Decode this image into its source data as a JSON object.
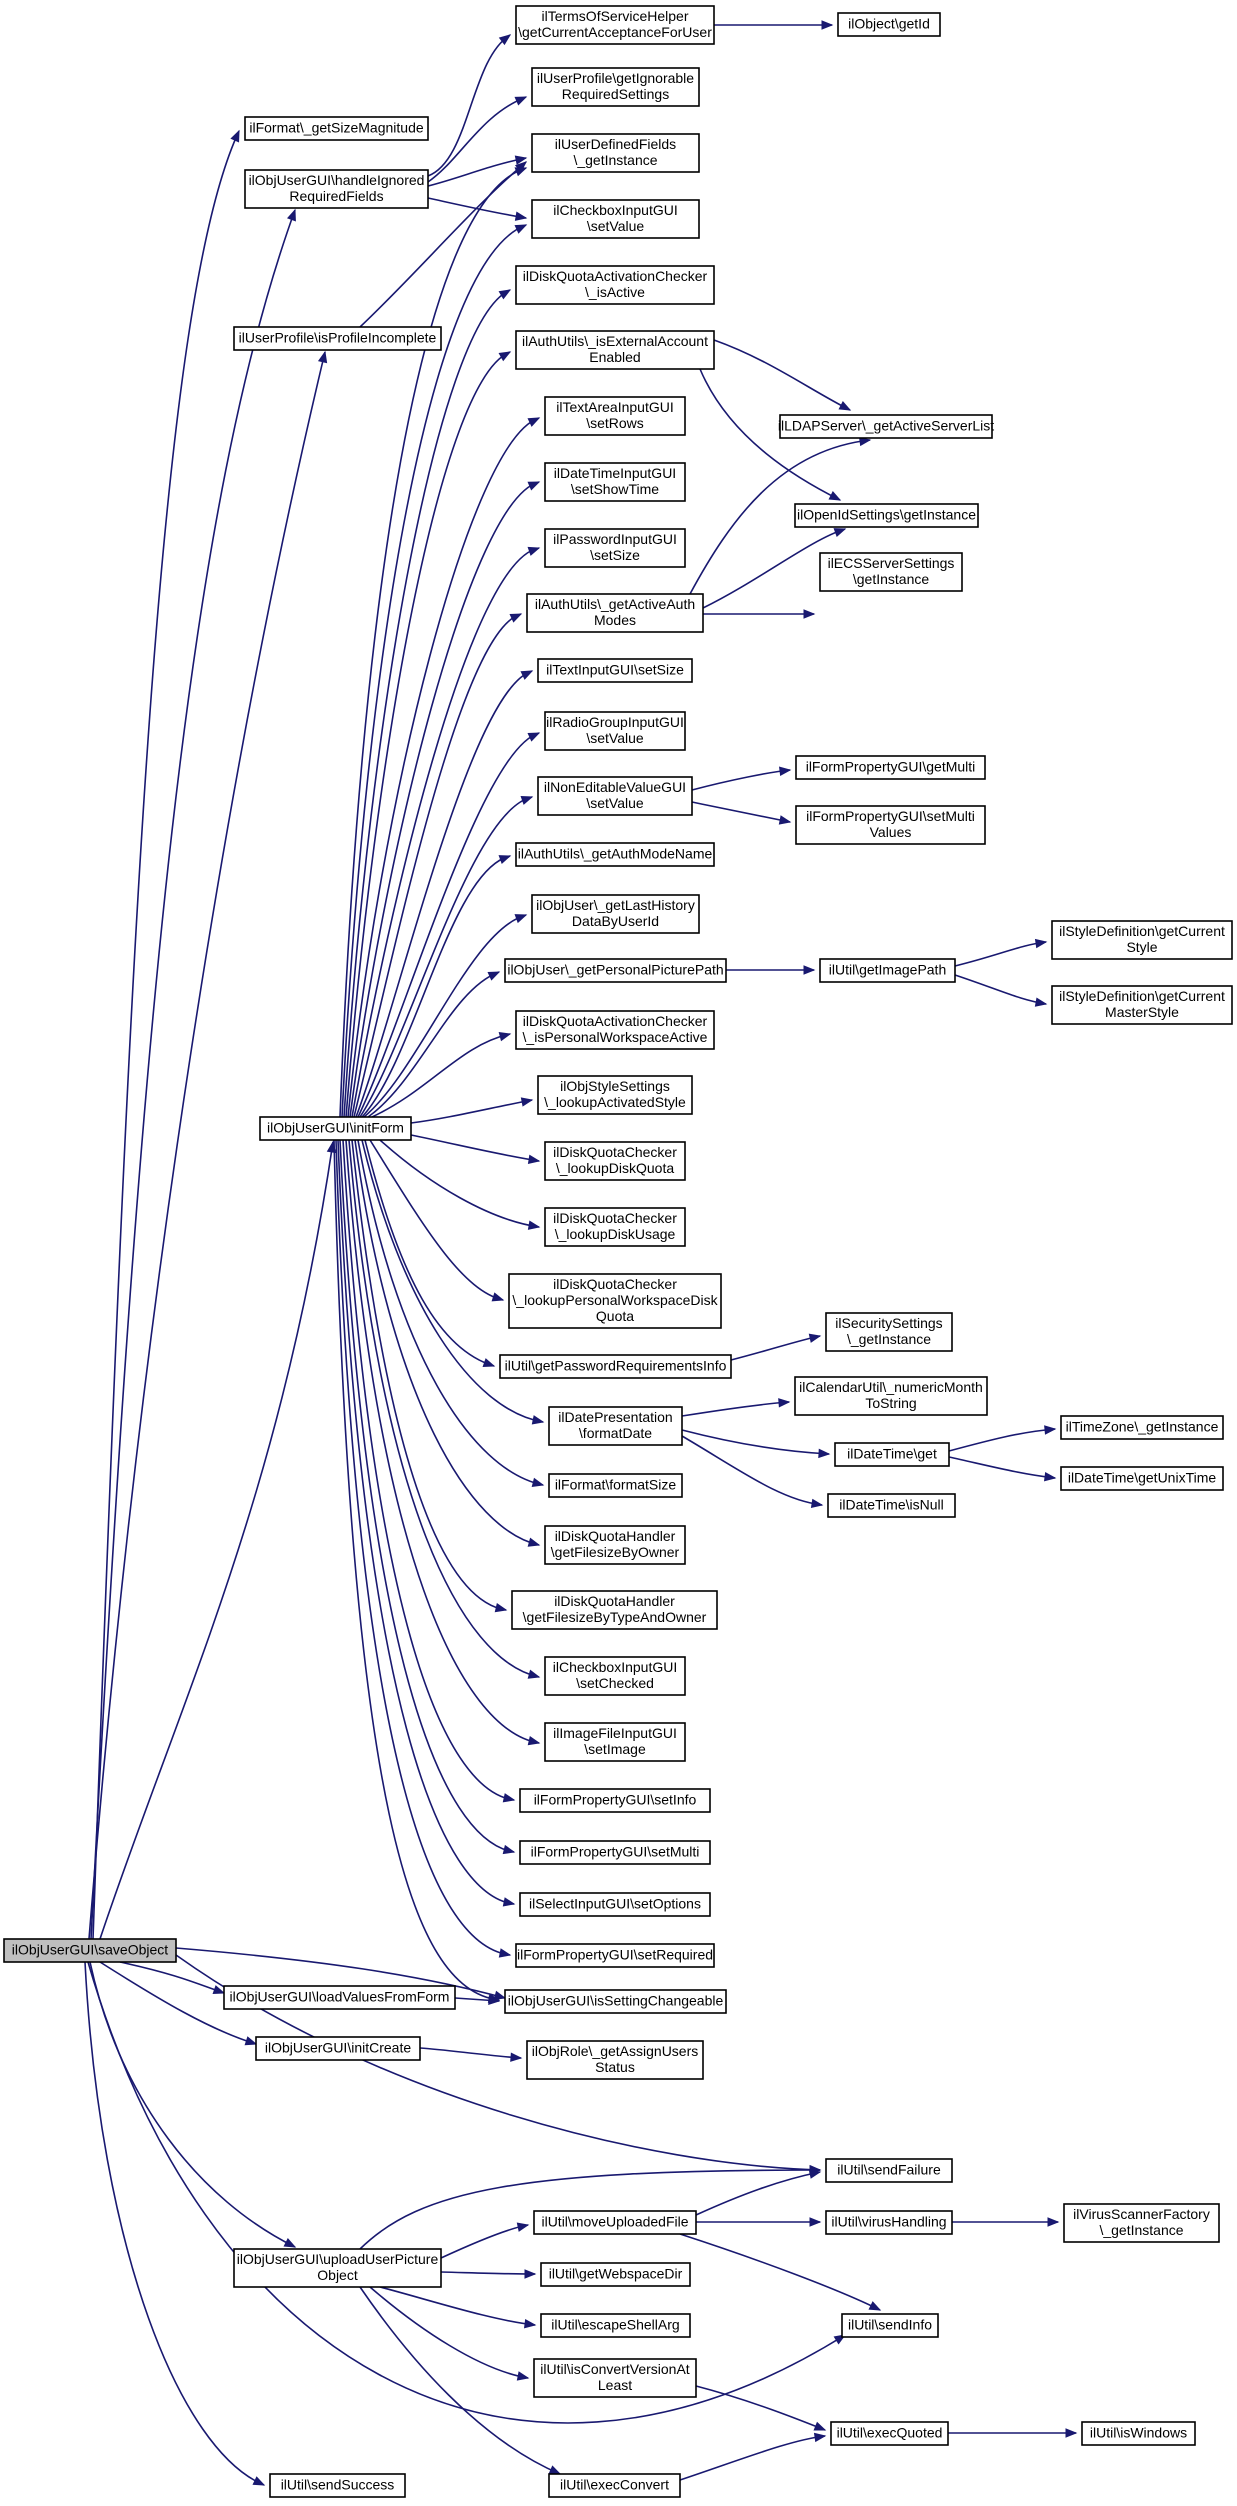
{
  "graph": {
    "root": "n0",
    "edge_color": "#191970",
    "node_border_color": "#000000",
    "root_fill": "#bfbfbf",
    "nodes": [
      {
        "id": "n0",
        "lines": [
          "ilObjUserGUI\\saveObject"
        ]
      },
      {
        "id": "n1",
        "lines": [
          "ilFormat\\_getSizeMagnitude"
        ]
      },
      {
        "id": "n2",
        "lines": [
          "ilObjUserGUI\\handleIgnored",
          "RequiredFields"
        ]
      },
      {
        "id": "n3",
        "lines": [
          "ilUserProfile\\isProfileIncomplete"
        ]
      },
      {
        "id": "n4",
        "lines": [
          "ilObjUserGUI\\initForm"
        ]
      },
      {
        "id": "n5",
        "lines": [
          "ilObjUserGUI\\loadValuesFromForm"
        ]
      },
      {
        "id": "n6",
        "lines": [
          "ilObjUserGUI\\initCreate"
        ]
      },
      {
        "id": "n7",
        "lines": [
          "ilObjUserGUI\\uploadUserPicture",
          "Object"
        ]
      },
      {
        "id": "n8",
        "lines": [
          "ilUtil\\sendSuccess"
        ]
      },
      {
        "id": "n9",
        "lines": [
          "ilTermsOfServiceHelper",
          "\\getCurrentAcceptanceForUser"
        ]
      },
      {
        "id": "n10",
        "lines": [
          "ilObject\\getId"
        ]
      },
      {
        "id": "n11",
        "lines": [
          "ilUserProfile\\getIgnorable",
          "RequiredSettings"
        ]
      },
      {
        "id": "n12",
        "lines": [
          "ilUserDefinedFields",
          "\\_getInstance"
        ]
      },
      {
        "id": "n13",
        "lines": [
          "ilCheckboxInputGUI",
          "\\setValue"
        ]
      },
      {
        "id": "n14",
        "lines": [
          "ilDiskQuotaActivationChecker",
          "\\_isActive"
        ]
      },
      {
        "id": "n15",
        "lines": [
          "ilAuthUtils\\_isExternalAccount",
          "Enabled"
        ]
      },
      {
        "id": "n16",
        "lines": [
          "ilTextAreaInputGUI",
          "\\setRows"
        ]
      },
      {
        "id": "n17",
        "lines": [
          "ilDateTimeInputGUI",
          "\\setShowTime"
        ]
      },
      {
        "id": "n18",
        "lines": [
          "ilPasswordInputGUI",
          "\\setSize"
        ]
      },
      {
        "id": "n19",
        "lines": [
          "ilAuthUtils\\_getActiveAuth",
          "Modes"
        ]
      },
      {
        "id": "n20",
        "lines": [
          "ilTextInputGUI\\setSize"
        ]
      },
      {
        "id": "n21",
        "lines": [
          "ilRadioGroupInputGUI",
          "\\setValue"
        ]
      },
      {
        "id": "n22",
        "lines": [
          "ilNonEditableValueGUI",
          "\\setValue"
        ]
      },
      {
        "id": "n23",
        "lines": [
          "ilAuthUtils\\_getAuthModeName"
        ]
      },
      {
        "id": "n24",
        "lines": [
          "ilObjUser\\_getLastHistory",
          "DataByUserId"
        ]
      },
      {
        "id": "n25",
        "lines": [
          "ilObjUser\\_getPersonalPicturePath"
        ]
      },
      {
        "id": "n26",
        "lines": [
          "ilDiskQuotaActivationChecker",
          "\\_isPersonalWorkspaceActive"
        ]
      },
      {
        "id": "n27",
        "lines": [
          "ilObjStyleSettings",
          "\\_lookupActivatedStyle"
        ]
      },
      {
        "id": "n28",
        "lines": [
          "ilDiskQuotaChecker",
          "\\_lookupDiskQuota"
        ]
      },
      {
        "id": "n29",
        "lines": [
          "ilDiskQuotaChecker",
          "\\_lookupDiskUsage"
        ]
      },
      {
        "id": "n30",
        "lines": [
          "ilDiskQuotaChecker",
          "\\_lookupPersonalWorkspaceDisk",
          "Quota"
        ]
      },
      {
        "id": "n31",
        "lines": [
          "ilUtil\\getPasswordRequirementsInfo"
        ]
      },
      {
        "id": "n32",
        "lines": [
          "ilDatePresentation",
          "\\formatDate"
        ]
      },
      {
        "id": "n33",
        "lines": [
          "ilFormat\\formatSize"
        ]
      },
      {
        "id": "n34",
        "lines": [
          "ilDiskQuotaHandler",
          "\\getFilesizeByOwner"
        ]
      },
      {
        "id": "n35",
        "lines": [
          "ilDiskQuotaHandler",
          "\\getFilesizeByTypeAndOwner"
        ]
      },
      {
        "id": "n36",
        "lines": [
          "ilCheckboxInputGUI",
          "\\setChecked"
        ]
      },
      {
        "id": "n37",
        "lines": [
          "ilImageFileInputGUI",
          "\\setImage"
        ]
      },
      {
        "id": "n38",
        "lines": [
          "ilFormPropertyGUI\\setInfo"
        ]
      },
      {
        "id": "n39",
        "lines": [
          "ilFormPropertyGUI\\setMulti"
        ]
      },
      {
        "id": "n40",
        "lines": [
          "ilSelectInputGUI\\setOptions"
        ]
      },
      {
        "id": "n41",
        "lines": [
          "ilFormPropertyGUI\\setRequired"
        ]
      },
      {
        "id": "n42",
        "lines": [
          "ilObjUserGUI\\isSettingChangeable"
        ]
      },
      {
        "id": "n43",
        "lines": [
          "ilObjRole\\_getAssignUsers",
          "Status"
        ]
      },
      {
        "id": "n44",
        "lines": [
          "ilLDAPServer\\_getActiveServerList"
        ]
      },
      {
        "id": "n45",
        "lines": [
          "ilOpenIdSettings\\getInstance"
        ]
      },
      {
        "id": "n46",
        "lines": [
          "ilECSServerSettings",
          "\\getInstance"
        ]
      },
      {
        "id": "n47",
        "lines": [
          "ilFormPropertyGUI\\getMulti"
        ]
      },
      {
        "id": "n48",
        "lines": [
          "ilFormPropertyGUI\\setMulti",
          "Values"
        ]
      },
      {
        "id": "n49",
        "lines": [
          "ilUtil\\getImagePath"
        ]
      },
      {
        "id": "n50",
        "lines": [
          "ilStyleDefinition\\getCurrent",
          "Style"
        ]
      },
      {
        "id": "n51",
        "lines": [
          "ilStyleDefinition\\getCurrent",
          "MasterStyle"
        ]
      },
      {
        "id": "n52",
        "lines": [
          "ilSecuritySettings",
          "\\_getInstance"
        ]
      },
      {
        "id": "n53",
        "lines": [
          "ilCalendarUtil\\_numericMonth",
          "ToString"
        ]
      },
      {
        "id": "n54",
        "lines": [
          "ilDateTime\\get"
        ]
      },
      {
        "id": "n55",
        "lines": [
          "ilDateTime\\isNull"
        ]
      },
      {
        "id": "n56",
        "lines": [
          "ilTimeZone\\_getInstance"
        ]
      },
      {
        "id": "n57",
        "lines": [
          "ilDateTime\\getUnixTime"
        ]
      },
      {
        "id": "n58",
        "lines": [
          "ilUtil\\sendFailure"
        ]
      },
      {
        "id": "n59",
        "lines": [
          "ilUtil\\moveUploadedFile"
        ]
      },
      {
        "id": "n60",
        "lines": [
          "ilUtil\\getWebspaceDir"
        ]
      },
      {
        "id": "n61",
        "lines": [
          "ilUtil\\escapeShellArg"
        ]
      },
      {
        "id": "n62",
        "lines": [
          "ilUtil\\isConvertVersionAt",
          "Least"
        ]
      },
      {
        "id": "n63",
        "lines": [
          "ilUtil\\execConvert"
        ]
      },
      {
        "id": "n64",
        "lines": [
          "ilUtil\\virusHandling"
        ]
      },
      {
        "id": "n65",
        "lines": [
          "ilUtil\\sendInfo"
        ]
      },
      {
        "id": "n66",
        "lines": [
          "ilUtil\\execQuoted"
        ]
      },
      {
        "id": "n67",
        "lines": [
          "ilVirusScannerFactory",
          "\\_getInstance"
        ]
      },
      {
        "id": "n68",
        "lines": [
          "ilUtil\\isWindows"
        ]
      }
    ],
    "edges": [
      [
        "n0",
        "n1"
      ],
      [
        "n0",
        "n2"
      ],
      [
        "n0",
        "n3"
      ],
      [
        "n0",
        "n4"
      ],
      [
        "n0",
        "n5"
      ],
      [
        "n0",
        "n6"
      ],
      [
        "n0",
        "n7"
      ],
      [
        "n0",
        "n8"
      ],
      [
        "n0",
        "n42"
      ],
      [
        "n0",
        "n58"
      ],
      [
        "n0",
        "n65"
      ],
      [
        "n2",
        "n9"
      ],
      [
        "n2",
        "n11"
      ],
      [
        "n2",
        "n12"
      ],
      [
        "n2",
        "n13"
      ],
      [
        "n9",
        "n10"
      ],
      [
        "n3",
        "n12"
      ],
      [
        "n4",
        "n12"
      ],
      [
        "n4",
        "n13"
      ],
      [
        "n4",
        "n14"
      ],
      [
        "n4",
        "n15"
      ],
      [
        "n4",
        "n16"
      ],
      [
        "n4",
        "n17"
      ],
      [
        "n4",
        "n18"
      ],
      [
        "n4",
        "n19"
      ],
      [
        "n4",
        "n20"
      ],
      [
        "n4",
        "n21"
      ],
      [
        "n4",
        "n22"
      ],
      [
        "n4",
        "n23"
      ],
      [
        "n4",
        "n24"
      ],
      [
        "n4",
        "n25"
      ],
      [
        "n4",
        "n26"
      ],
      [
        "n4",
        "n27"
      ],
      [
        "n4",
        "n28"
      ],
      [
        "n4",
        "n29"
      ],
      [
        "n4",
        "n30"
      ],
      [
        "n4",
        "n31"
      ],
      [
        "n4",
        "n32"
      ],
      [
        "n4",
        "n33"
      ],
      [
        "n4",
        "n34"
      ],
      [
        "n4",
        "n35"
      ],
      [
        "n4",
        "n36"
      ],
      [
        "n4",
        "n37"
      ],
      [
        "n4",
        "n38"
      ],
      [
        "n4",
        "n39"
      ],
      [
        "n4",
        "n40"
      ],
      [
        "n4",
        "n41"
      ],
      [
        "n4",
        "n42"
      ],
      [
        "n15",
        "n44"
      ],
      [
        "n15",
        "n45"
      ],
      [
        "n19",
        "n44"
      ],
      [
        "n19",
        "n45"
      ],
      [
        "n19",
        "n46"
      ],
      [
        "n22",
        "n47"
      ],
      [
        "n22",
        "n48"
      ],
      [
        "n25",
        "n49"
      ],
      [
        "n49",
        "n50"
      ],
      [
        "n49",
        "n51"
      ],
      [
        "n31",
        "n52"
      ],
      [
        "n32",
        "n53"
      ],
      [
        "n32",
        "n54"
      ],
      [
        "n32",
        "n55"
      ],
      [
        "n54",
        "n56"
      ],
      [
        "n54",
        "n57"
      ],
      [
        "n5",
        "n42"
      ],
      [
        "n6",
        "n43"
      ],
      [
        "n7",
        "n58"
      ],
      [
        "n7",
        "n59"
      ],
      [
        "n7",
        "n60"
      ],
      [
        "n7",
        "n61"
      ],
      [
        "n7",
        "n62"
      ],
      [
        "n7",
        "n63"
      ],
      [
        "n59",
        "n58"
      ],
      [
        "n59",
        "n64"
      ],
      [
        "n59",
        "n65"
      ],
      [
        "n64",
        "n67"
      ],
      [
        "n62",
        "n66"
      ],
      [
        "n63",
        "n66"
      ],
      [
        "n66",
        "n68"
      ]
    ]
  }
}
